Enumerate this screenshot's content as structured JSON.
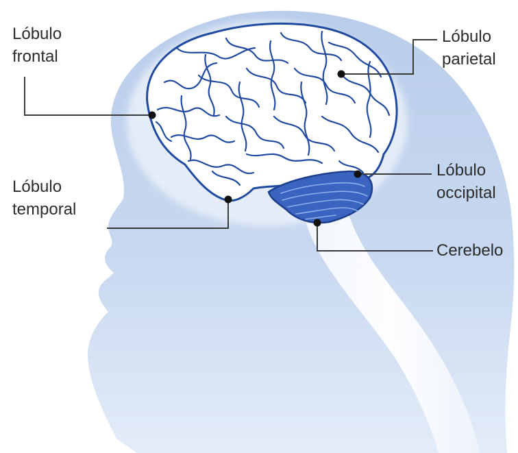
{
  "labels": {
    "frontal": {
      "line1": "Lóbulo",
      "line2": "frontal"
    },
    "parietal": {
      "line1": "Lóbulo",
      "line2": "parietal"
    },
    "temporal": {
      "line1": "Lóbulo",
      "line2": "temporal"
    },
    "occipital": {
      "line1": "Lóbulo",
      "line2": "occipital"
    },
    "cerebelo": {
      "line1": "Cerebelo"
    }
  },
  "colors": {
    "silhouette": "#c6d6ef",
    "halo": "#dde7f5",
    "brain_fill": "#ffffff",
    "brain_lines": "#1f4aa0",
    "cerebellum": "#3b63c0",
    "leader": "#3a3a3a",
    "dot": "#111111"
  }
}
